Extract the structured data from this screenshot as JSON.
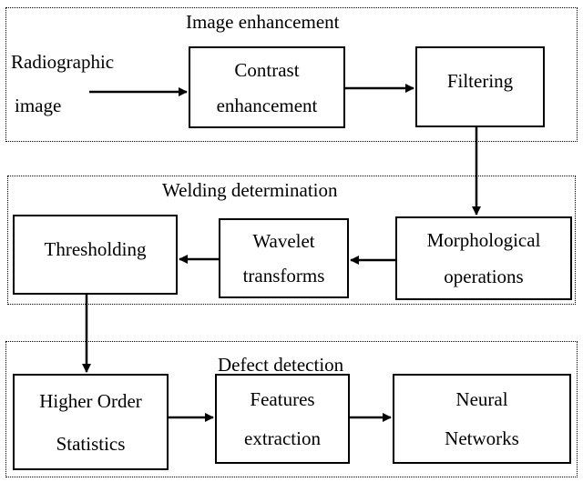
{
  "groups": {
    "image_enhancement": "Image enhancement",
    "welding_determination": "Welding determination",
    "defect_detection": "Defect detection"
  },
  "input": {
    "line1": "Radiographic",
    "line2": "image"
  },
  "nodes": {
    "contrast": [
      "Contrast",
      "enhancement"
    ],
    "filtering": [
      "Filtering"
    ],
    "morphological": [
      "Morphological",
      "operations"
    ],
    "wavelet": [
      "Wavelet",
      "transforms"
    ],
    "thresholding": [
      "Thresholding"
    ],
    "higher_order": [
      "Higher Order",
      "Statistics"
    ],
    "features": [
      "Features",
      "extraction"
    ],
    "neural": [
      "Neural",
      "Networks"
    ]
  },
  "edges": [
    {
      "from": "input",
      "to": "contrast"
    },
    {
      "from": "contrast",
      "to": "filtering"
    },
    {
      "from": "filtering",
      "to": "morphological"
    },
    {
      "from": "morphological",
      "to": "wavelet"
    },
    {
      "from": "wavelet",
      "to": "thresholding"
    },
    {
      "from": "thresholding",
      "to": "higher_order"
    },
    {
      "from": "higher_order",
      "to": "features"
    },
    {
      "from": "features",
      "to": "neural"
    }
  ]
}
